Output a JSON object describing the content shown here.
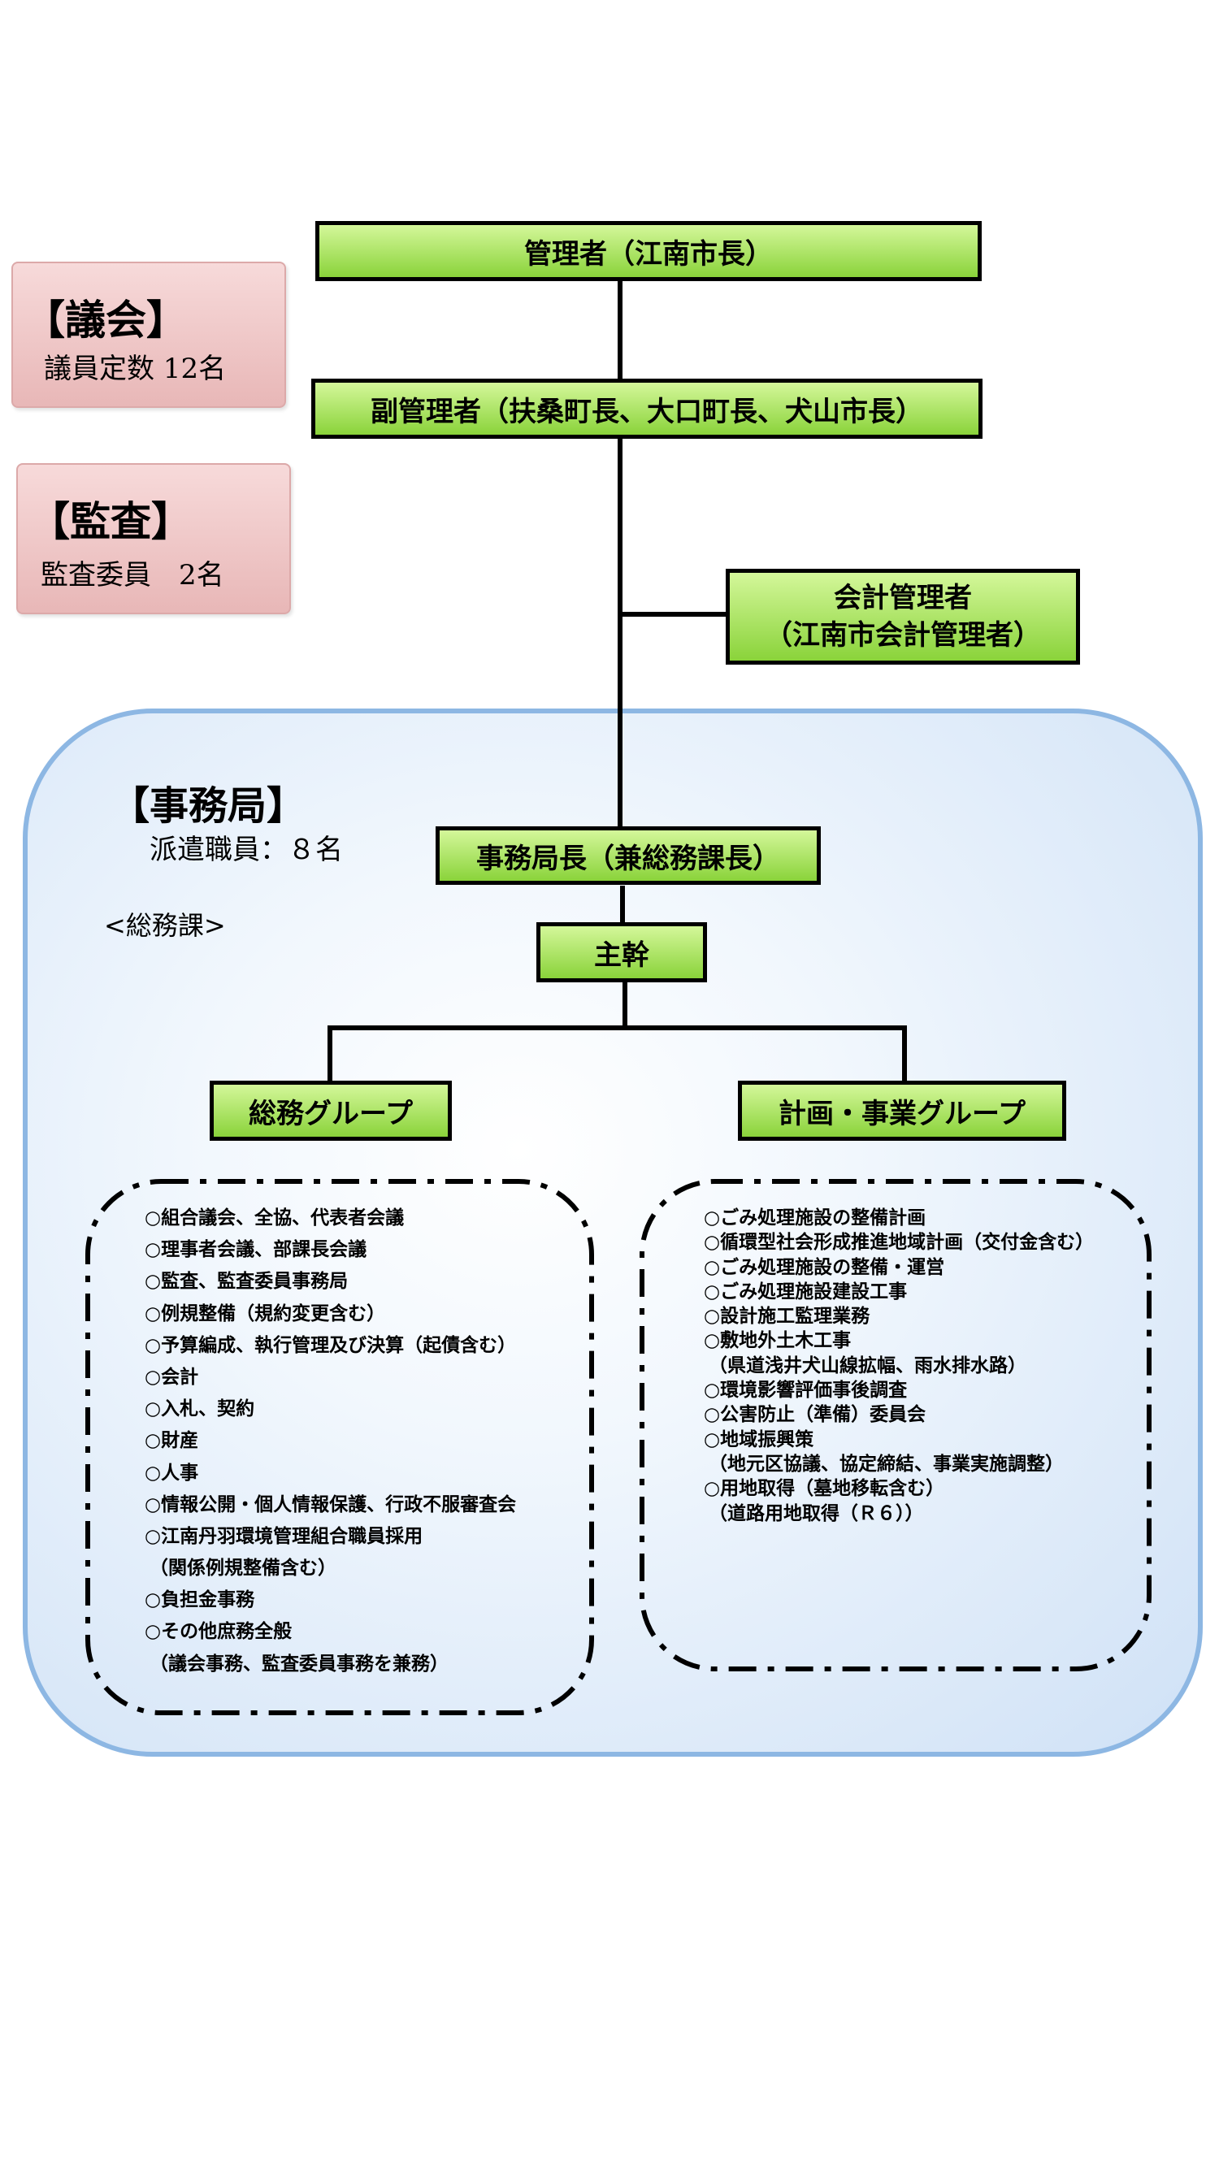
{
  "council": {
    "title": "【議会】",
    "detail": "議員定数 12名"
  },
  "audit": {
    "title": "【監査】",
    "detail": "監査委員　2名"
  },
  "org": {
    "administrator": "管理者（江南市長）",
    "vice_administrator": "副管理者（扶桑町長、大口町長、犬山市長）",
    "accounting_manager_line1": "会計管理者",
    "accounting_manager_line2": "（江南市会計管理者）",
    "secretariat_title": "【事務局】",
    "secretariat_staff": "派遣職員：８名",
    "division_label": "<総務課>",
    "bureau_chief": "事務局長（兼総務課長）",
    "chief_officer": "主幹",
    "general_group": "総務グループ",
    "planning_group": "計画・事業グループ"
  },
  "general_duties": [
    "○組合議会、全協、代表者会議",
    "○理事者会議、部課長会議",
    "○監査、監査委員事務局",
    "○例規整備（規約変更含む）",
    "○予算編成、執行管理及び決算（起債含む）",
    "○会計",
    "○入札、契約",
    "○財産",
    "○人事",
    "○情報公開・個人情報保護、行政不服審査会",
    "○江南丹羽環境管理組合職員採用",
    "（関係例規整備含む）",
    "○負担金事務",
    "○その他庶務全般",
    "（議会事務、監査委員事務を兼務）"
  ],
  "planning_duties": [
    "○ごみ処理施設の整備計画",
    "○循環型社会形成推進地域計画（交付金含む）",
    "○ごみ処理施設の整備・運営",
    "○ごみ処理施設建設工事",
    "○設計施工監理業務",
    "○敷地外土木工事",
    "（県道浅井犬山線拡幅、雨水排水路）",
    "○環境影響評価事後調査",
    "○公害防止（準備）委員会",
    "○地域振興策",
    "（地元区協議、協定締結、事業実施調整）",
    "○用地取得（墓地移転含む）",
    "（道路用地取得（Ｒ６））"
  ],
  "colors": {
    "box_fill_top": "#d4f79a",
    "box_fill_bottom": "#8ad33a",
    "bureau_border": "#8db7e3",
    "side_box": "#e8b7b7"
  }
}
